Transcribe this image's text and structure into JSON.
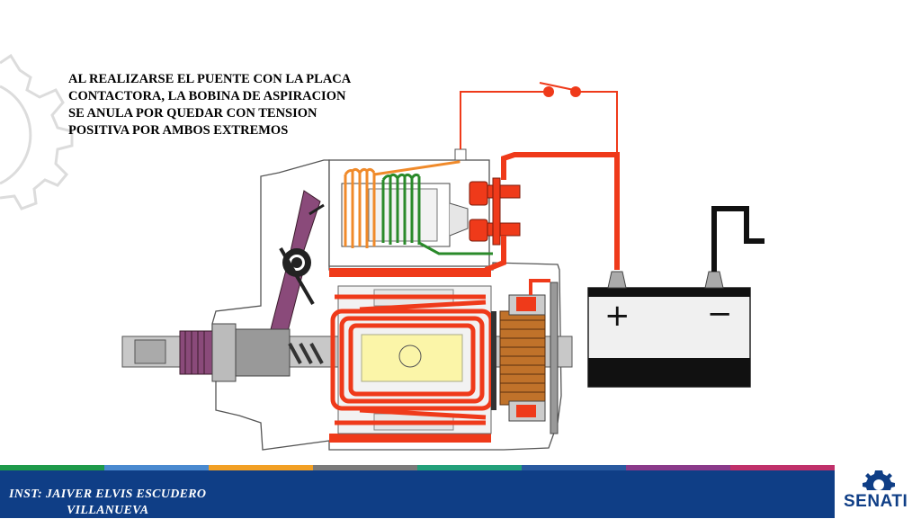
{
  "caption": {
    "lines": [
      "AL REALIZARSE EL PUENTE CON LA PLACA",
      "CONTACTORA, LA BOBINA DE ASPIRACION",
      "SE ANULA POR QUEDAR CON TENSION",
      "POSITIVA POR AMBOS EXTREMOS"
    ]
  },
  "battery": {
    "positive_symbol": "+",
    "negative_symbol": "−"
  },
  "footer": {
    "instructor_line1": "INST: JAIVER ELVIS ESCUDERO",
    "instructor_line2": "VILLANUEVA",
    "brand": "SENATI"
  },
  "colors": {
    "wire_red": "#ef3a1a",
    "coil_orange": "#f08a2a",
    "coil_green": "#2a8a2a",
    "footer_blue": "#0f3e86",
    "stripe": [
      "#1e9a4a",
      "#4a8ad0",
      "#f2a024",
      "#7a7a7a",
      "#22a07a",
      "#2a5aa0",
      "#8a3a8a",
      "#c0306a"
    ]
  },
  "icons": [
    "gear-watermark-icon",
    "senati-gear-icon",
    "switch-icon"
  ]
}
